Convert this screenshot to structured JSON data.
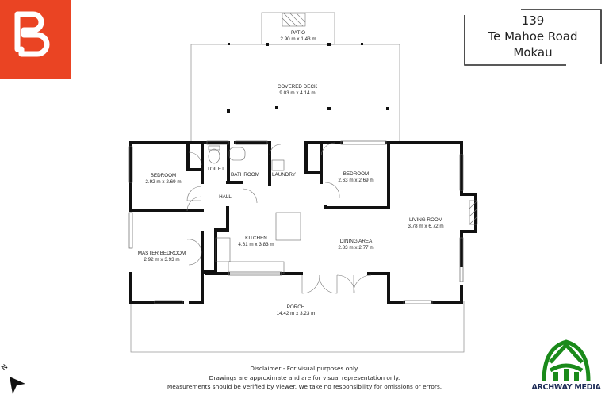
{
  "branding": {
    "logo": {
      "letter": "B",
      "color": "#ea4423",
      "icon": "b-logo-icon"
    },
    "archway": {
      "name": "ARCHWAY MEDIA",
      "color": "#1a8a1a",
      "text_color": "#1c2a56",
      "icon": "archway-arch-icon"
    }
  },
  "address": {
    "number": "139",
    "street": "Te Mahoe Road",
    "town": "Mokau"
  },
  "rooms": [
    {
      "id": "patio",
      "name": "PATIO",
      "dims": "2.90 m x 1.43 m"
    },
    {
      "id": "covered-deck",
      "name": "COVERED DECK",
      "dims": "9.03 m x 4.14 m"
    },
    {
      "id": "bedroom-1",
      "name": "BEDROOM",
      "dims": "2.92 m x 2.69 m"
    },
    {
      "id": "toilet",
      "name": "TOILET",
      "dims": ""
    },
    {
      "id": "bathroom",
      "name": "BATHROOM",
      "dims": ""
    },
    {
      "id": "laundry",
      "name": "LAUNDRY",
      "dims": ""
    },
    {
      "id": "bedroom-2",
      "name": "BEDROOM",
      "dims": "2.63 m x 2.69 m"
    },
    {
      "id": "hall",
      "name": "HALL",
      "dims": ""
    },
    {
      "id": "living-room",
      "name": "LIVING ROOM",
      "dims": "3.78 m x 6.72 m"
    },
    {
      "id": "kitchen",
      "name": "KITCHEN",
      "dims": "4.61 m x 3.83 m"
    },
    {
      "id": "dining-area",
      "name": "DINING AREA",
      "dims": "2.83 m x 2.77 m"
    },
    {
      "id": "master-bedroom",
      "name": "MASTER BEDROOM",
      "dims": "2.92 m x 3.93 m"
    },
    {
      "id": "porch",
      "name": "PORCH",
      "dims": "14.42 m x 3.23 m"
    }
  ],
  "disclaimer": {
    "line1": "Disclaimer - For visual purposes only.",
    "line2": "Drawings are approximate and are for visual representation only.",
    "line3": "Measurements should be verified by viewer. We take no responsibility for omissions or errors."
  },
  "compass": {
    "label": "N",
    "icon": "north-arrow-icon"
  },
  "colors": {
    "wall": "#111111",
    "thin_line": "#888888",
    "background": "#ffffff"
  }
}
